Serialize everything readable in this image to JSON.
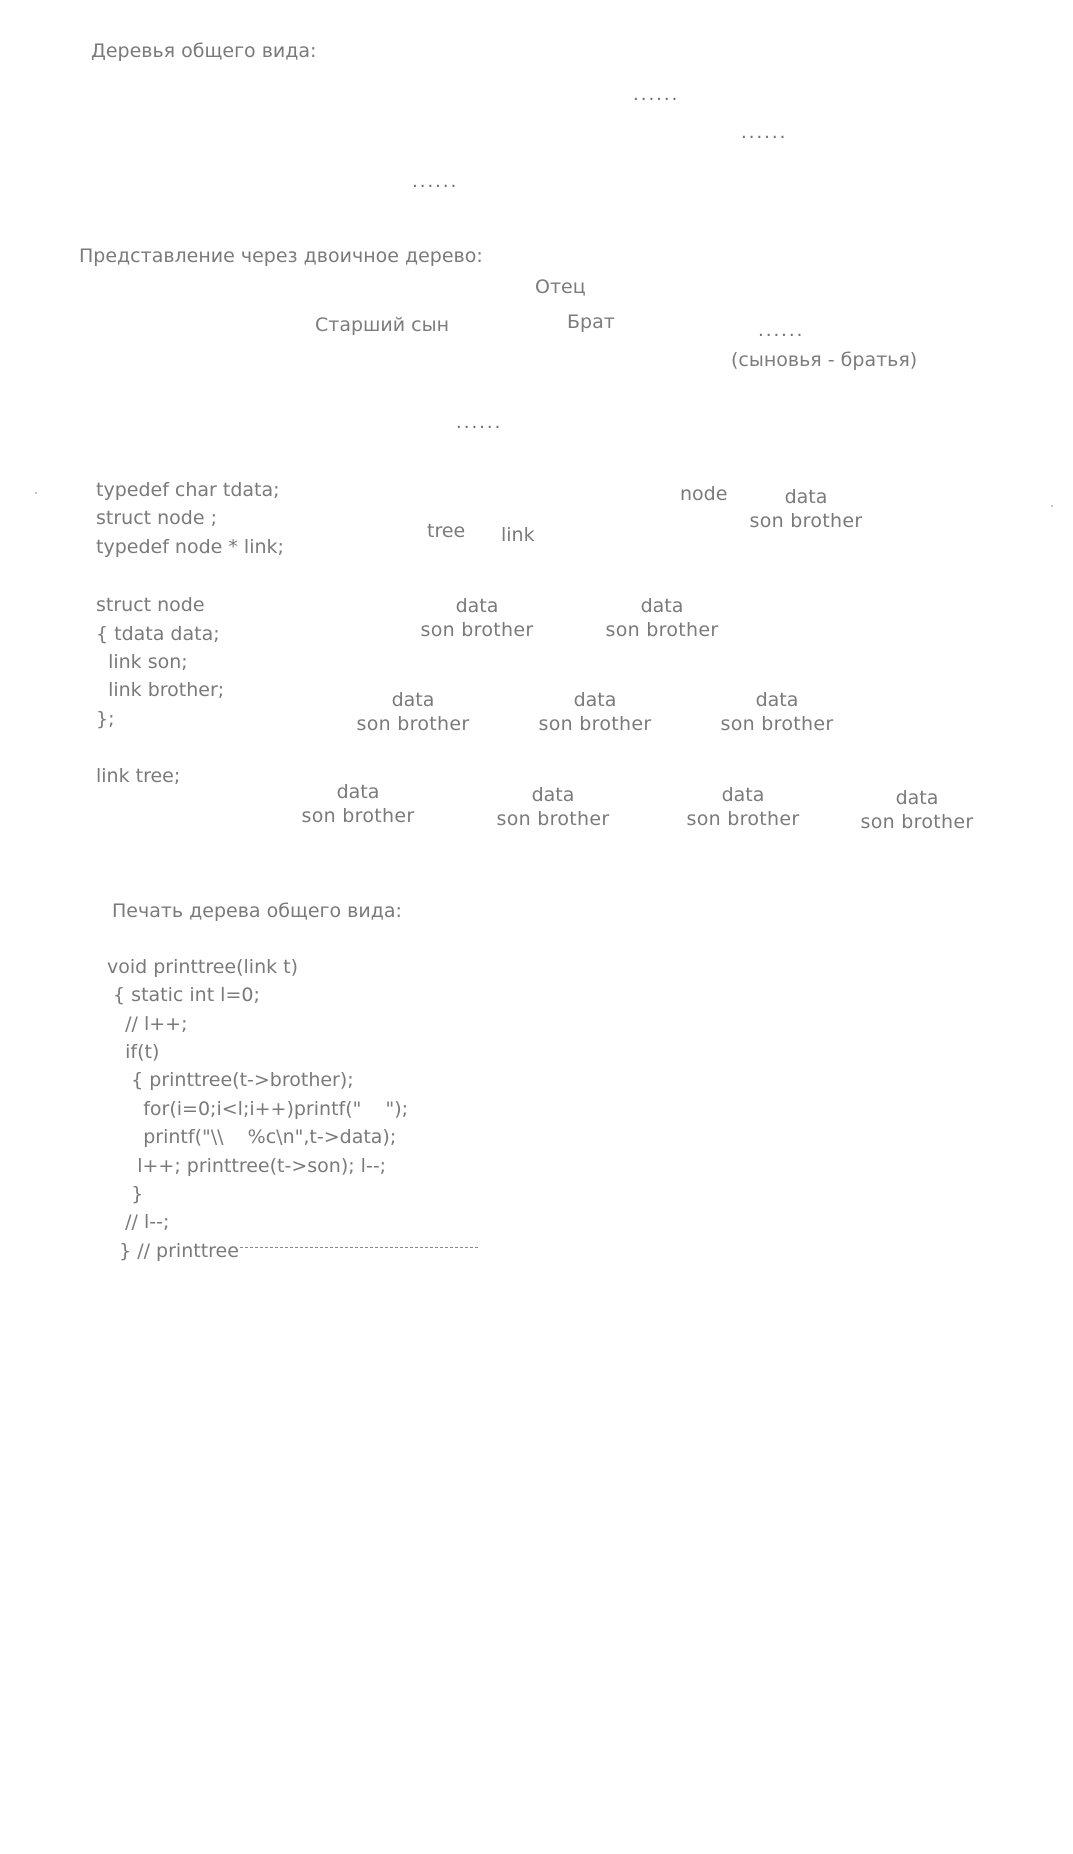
{
  "general_tree": {
    "heading": "Деревья общего вида:",
    "dots": [
      "......",
      "......",
      "......"
    ]
  },
  "binary_repr": {
    "heading": "Представление через двоичное дерево:",
    "father": "Отец",
    "elder_son": "Старший сын",
    "brother": "Брат",
    "dots_right": "......",
    "sons_brothers": "(сыновья - братья)",
    "dots_bottom": "......"
  },
  "declarations": {
    "lines": [
      "typedef char tdata;",
      "struct node ;",
      "typedef node * link;"
    ],
    "struct_lines": [
      "struct node",
      "{ tdata data;",
      "  link son;",
      "  link brother;",
      "};"
    ],
    "tree_decl": "link tree;"
  },
  "diagram": {
    "node_label": "node",
    "tree_label": "tree",
    "link_label": "link",
    "field_data": "data",
    "field_links": "son  brother"
  },
  "print_section": {
    "heading": "Печать дерева общего вида:",
    "code_lines": [
      "void printtree(link t)",
      " { static int l=0;",
      "   // l++;",
      "   if(t)",
      "    { printtree(t->brother);",
      "      for(i=0;i<l;i++)printf(\"    \");",
      "      printf(\"\\\\    %c\\n\",t->data);",
      "     l++; printtree(t->son); l--;",
      "    }",
      "   // l--;",
      "  } // printtree"
    ]
  }
}
